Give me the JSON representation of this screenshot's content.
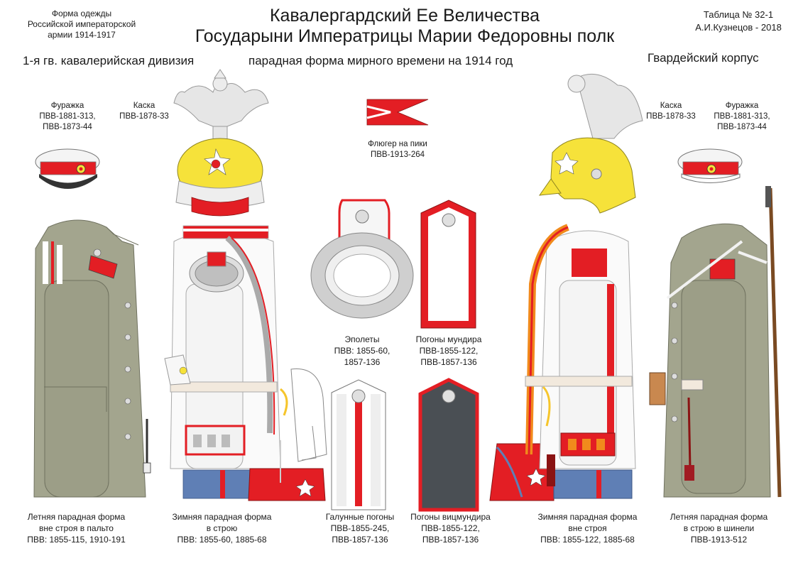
{
  "header": {
    "left_line1": "Форма одежды",
    "left_line2": "Российской императорской",
    "left_line3": "армии  1914-1917",
    "title_line1": "Кавалергардский Ее Величества",
    "title_line2": "Государыни Императрицы Марии Федоровны полк",
    "right_line1": "Таблица № 32-1",
    "right_line2": "А.И.Кузнецов - 2018"
  },
  "subheader": {
    "division": "1-я гв. кавалерийская дивизия",
    "subtitle": "парадная форма мирного времени на 1914 год",
    "corps": "Гвардейский корпус"
  },
  "items": {
    "cap_left": {
      "line1": "Фуражка",
      "line2": "ПВВ-1881-313,",
      "line3": "ПВВ-1873-44"
    },
    "helmet_left": {
      "line1": "Каска",
      "line2": "ПВВ-1878-33"
    },
    "flag": {
      "line1": "Флюгер на пики",
      "line2": "ПВВ-1913-264"
    },
    "helmet_right": {
      "line1": "Каска",
      "line2": "ПВВ-1878-33"
    },
    "cap_right": {
      "line1": "Фуражка",
      "line2": "ПВВ-1881-313,",
      "line3": "ПВВ-1873-44"
    },
    "epaulettes": {
      "line1": "Эполеты",
      "line2": "ПВВ: 1855-60,",
      "line3": "1857-136"
    },
    "shoulder_straps_tunic": {
      "line1": "Погоны мундира",
      "line2": "ПВВ-1855-122,",
      "line3": "ПВВ-1857-136"
    }
  },
  "captions": [
    {
      "line1": "Летняя парадная форма",
      "line2": "вне строя в пальто",
      "line3": "ПВВ: 1855-115, 1910-191"
    },
    {
      "line1": "Зимняя парадная форма",
      "line2": "в строю",
      "line3": "ПВВ: 1855-60, 1885-68"
    },
    {
      "line1": "Галунные погоны",
      "line2": "ПВВ-1855-245,",
      "line3": "ПВВ-1857-136"
    },
    {
      "line1": "Погоны вицмундира",
      "line2": "ПВВ-1855-122,",
      "line3": "ПВВ-1857-136"
    },
    {
      "line1": "Зимняя парадная форма",
      "line2": "вне строя",
      "line3": "ПВВ: 1855-122, 1885-68"
    },
    {
      "line1": "Летняя парадная форма",
      "line2": "в строю в шинели",
      "line3": "ПВВ-1913-512"
    }
  ],
  "colors": {
    "red": "#e31e24",
    "khaki": "#a3a58e",
    "yellow": "#f6e23a",
    "blue_grey": "#5f7fb5",
    "dark_grey": "#4a4f54",
    "silver": "#d4d4d4",
    "orange": "#f18a1c"
  }
}
